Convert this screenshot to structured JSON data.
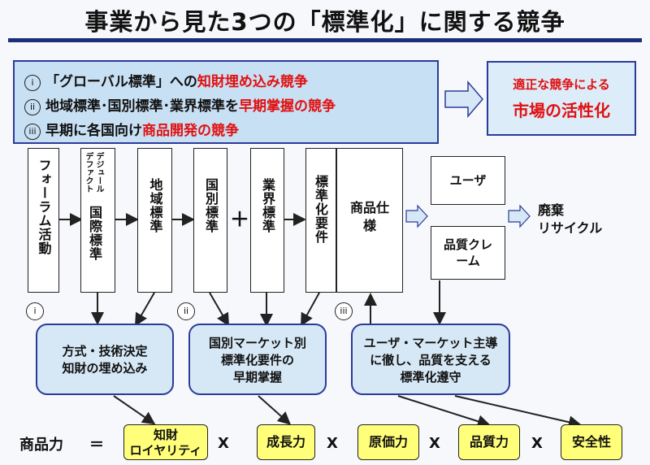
{
  "title": "事業から見た3つの「標準化」に関する競争",
  "competitions": [
    {
      "num": "i",
      "pre": "「グローバル標準」への",
      "em": "知財埋め込み競争"
    },
    {
      "num": "ii",
      "pre": "地域標準･国別標準･業界標準を",
      "em": "早期掌握の競争"
    },
    {
      "num": "iii",
      "pre": "早期に各国向け",
      "em": "商品開発の競争"
    }
  ],
  "market": {
    "line1": "適正な競争による",
    "line2": "市場の活性化"
  },
  "flow": {
    "forum": "フォーラム活動",
    "defacto": "デジュール",
    "dejure": "デファクト",
    "intl": "国際標準",
    "regional": "地域標準",
    "national": "国別標準",
    "plus": "＋",
    "industry": "業界標準",
    "req": "標準化要件",
    "spec": "商品仕様",
    "user": "ユーザ",
    "quality": "品質クレーム",
    "disposal_1": "廃棄",
    "disposal_2": "リサイクル"
  },
  "steps": [
    {
      "num": "i",
      "line1": "方式・技術決定",
      "line2": "知財の埋め込み"
    },
    {
      "num": "ii",
      "line1": "国別マーケット別",
      "line2": "標準化要件の",
      "line3": "早期掌握"
    },
    {
      "num": "iii",
      "line1": "ユーザ・マーケット主導",
      "line2": "に徹し、品質を支える",
      "line3": "標準化遵守"
    }
  ],
  "formula": {
    "label": "商品力",
    "eq": "＝",
    "times": "X",
    "ip_1": "知財",
    "ip_2": "ロイヤリティ",
    "growth": "成長力",
    "cost": "原価力",
    "quality": "品質力",
    "safety": "安全性"
  },
  "colors": {
    "accent_red": "#e01010",
    "frame_blue": "#2b3b9a",
    "light_blue": "#c8e0f4",
    "yellow": "#ffff7a"
  }
}
